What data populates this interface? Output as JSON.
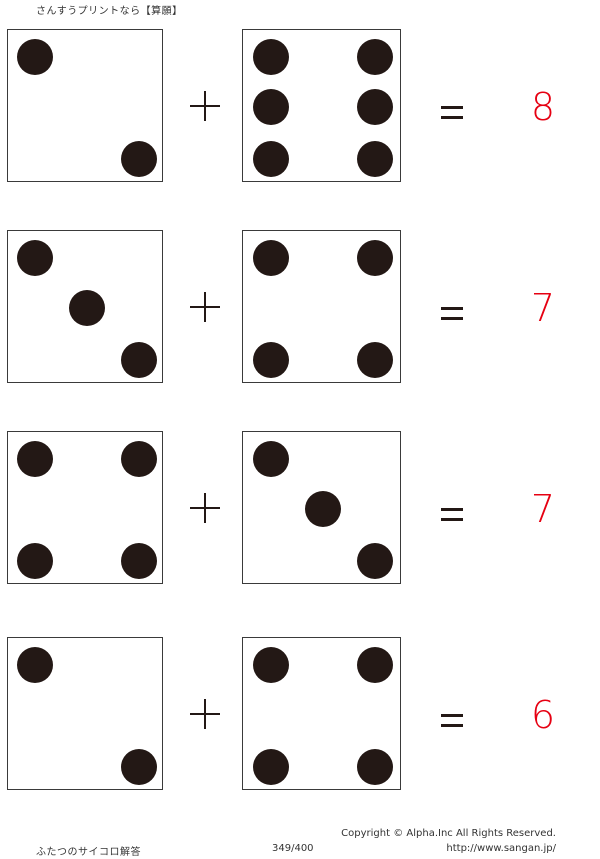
{
  "header": {
    "title": "さんすうプリントなら【算願】"
  },
  "colors": {
    "pip": "#231815",
    "answer": "#e60012",
    "border": "#3a3a3a"
  },
  "problems": [
    {
      "die_a": 2,
      "die_b": 6,
      "operator": "+",
      "equals": "=",
      "answer": "8"
    },
    {
      "die_a": 3,
      "die_b": 4,
      "operator": "+",
      "equals": "=",
      "answer": "7"
    },
    {
      "die_a": 4,
      "die_b": 3,
      "operator": "+",
      "equals": "=",
      "answer": "7"
    },
    {
      "die_a": 2,
      "die_b": 4,
      "operator": "+",
      "equals": "=",
      "answer": "6"
    }
  ],
  "footer": {
    "worksheet_name": "ふたつのサイコロ解答",
    "page": "349/400",
    "copyright": "Copyright ©  Alpha.Inc All Rights Reserved.",
    "url": "http://www.sangan.jp/"
  }
}
